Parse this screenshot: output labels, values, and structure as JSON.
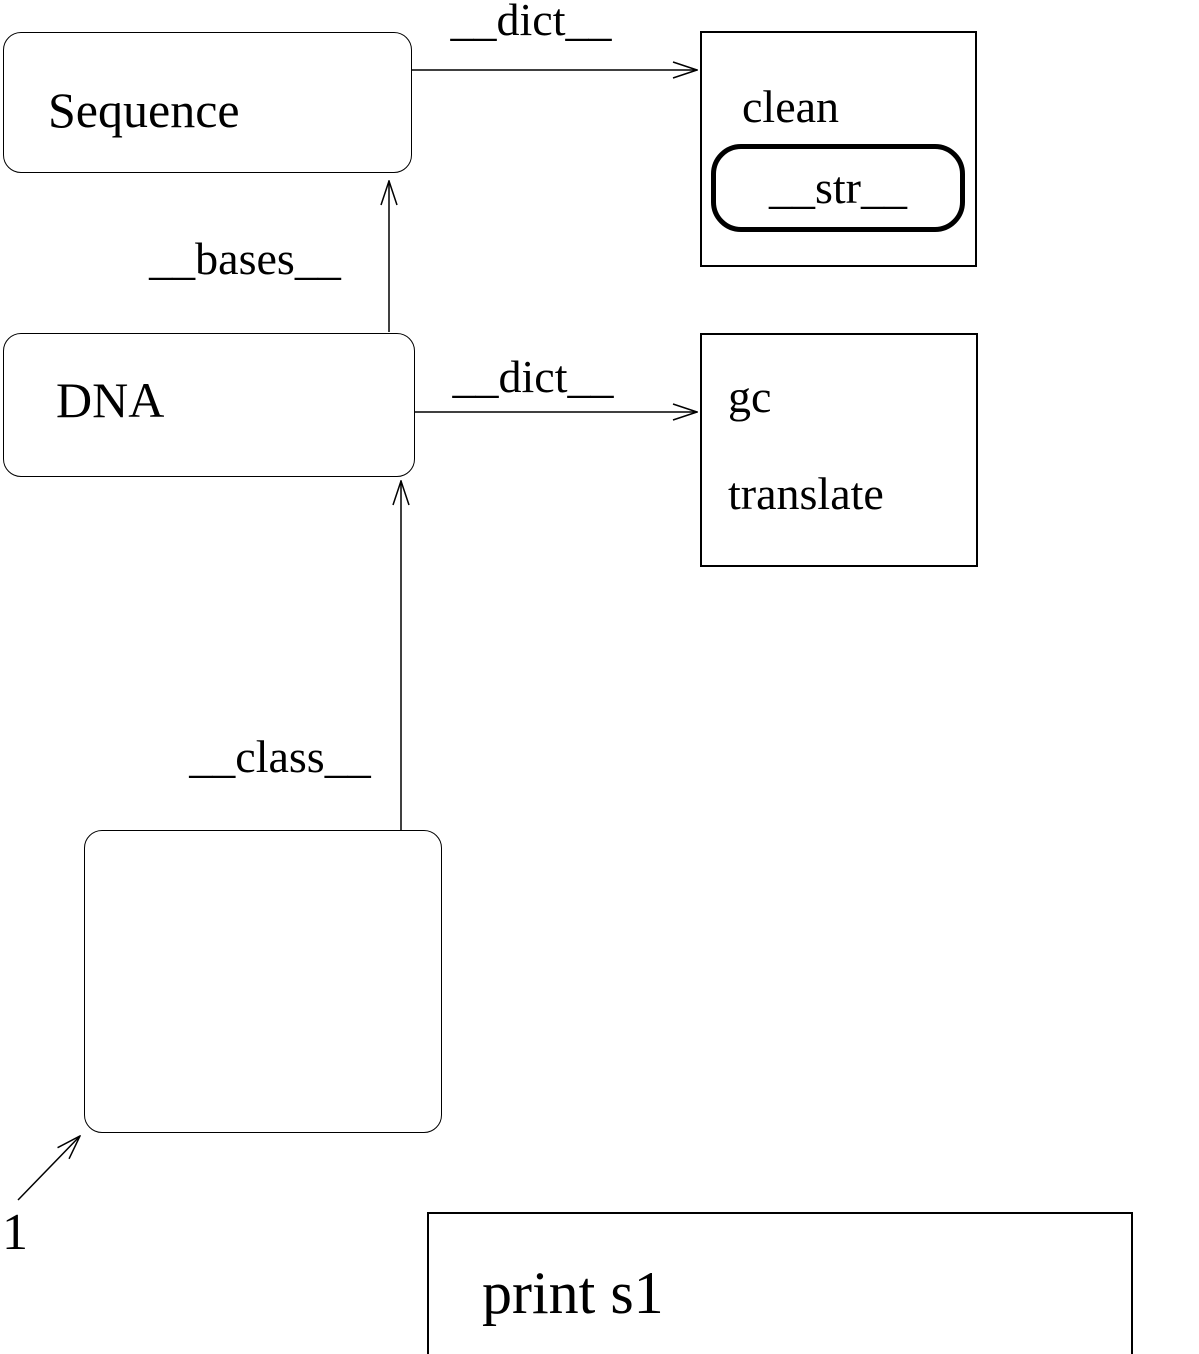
{
  "diagram": {
    "class_boxes": {
      "sequence": {
        "label": "Sequence"
      },
      "dna": {
        "label": "DNA"
      }
    },
    "relations": {
      "sequence_dict": "__dict__",
      "dna_dict": "__dict__",
      "bases": "__bases__",
      "class": "__class__"
    },
    "sequence_methods": {
      "plain": [
        "clean"
      ],
      "highlighted": "__str__"
    },
    "dna_methods": [
      "gc",
      "translate"
    ],
    "instance_marker": "1",
    "code": "print s1"
  }
}
